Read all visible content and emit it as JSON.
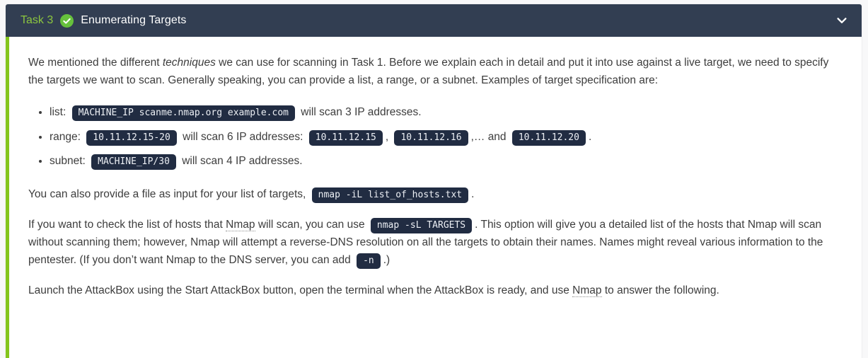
{
  "colors": {
    "header_bg": "#323e52",
    "green": "#8cc63f",
    "check_green": "#66c13c",
    "border_green": "#84c51c",
    "chip_bg": "#212c42",
    "chip_text": "#eceff4",
    "body_text": "#3d3d3d",
    "page_bg": "#f8f8f9"
  },
  "header": {
    "task_label": "Task 3",
    "title": "Enumerating Targets",
    "status_icon": "check-circle-icon",
    "collapse_icon": "chevron-down-icon"
  },
  "content": {
    "blocks": [
      {
        "type": "paragraph",
        "segments": [
          {
            "type": "text",
            "text": "We mentioned the different "
          },
          {
            "type": "italic",
            "text": "techniques"
          },
          {
            "type": "text",
            "text": " we can use for scanning in Task 1. Before we explain each in detail and put it into use against a live target, we need to specify the targets we want to scan. Generally speaking, you can provide a list, a range, or a subnet. Examples of target specification are:"
          }
        ]
      },
      {
        "type": "list",
        "items": [
          [
            {
              "type": "text",
              "text": "list: "
            },
            {
              "type": "code",
              "text": "MACHINE_IP scanme.nmap.org example.com"
            },
            {
              "type": "text",
              "text": " will scan 3 IP addresses."
            }
          ],
          [
            {
              "type": "text",
              "text": "range: "
            },
            {
              "type": "code",
              "text": "10.11.12.15-20"
            },
            {
              "type": "text",
              "text": " will scan 6 IP addresses: "
            },
            {
              "type": "code",
              "text": "10.11.12.15"
            },
            {
              "type": "text",
              "text": ", "
            },
            {
              "type": "code",
              "text": "10.11.12.16"
            },
            {
              "type": "text",
              "text": ",… and "
            },
            {
              "type": "code",
              "text": "10.11.12.20"
            },
            {
              "type": "text",
              "text": "."
            }
          ],
          [
            {
              "type": "text",
              "text": "subnet: "
            },
            {
              "type": "code",
              "text": "MACHINE_IP/30"
            },
            {
              "type": "text",
              "text": " will scan 4 IP addresses."
            }
          ]
        ]
      },
      {
        "type": "paragraph",
        "segments": [
          {
            "type": "text",
            "text": "You can also provide a file as input for your list of targets, "
          },
          {
            "type": "code",
            "text": "nmap -iL list_of_hosts.txt"
          },
          {
            "type": "text",
            "text": "."
          }
        ]
      },
      {
        "type": "paragraph",
        "segments": [
          {
            "type": "text",
            "text": "If you want to check the list of hosts that "
          },
          {
            "type": "dotted",
            "text": "Nmap"
          },
          {
            "type": "text",
            "text": " will scan, you can use "
          },
          {
            "type": "code",
            "text": "nmap -sL TARGETS"
          },
          {
            "type": "text",
            "text": ". This option will give you a detailed list of the hosts that Nmap will scan without scanning them; however, Nmap will attempt a reverse-DNS resolution on all the targets to obtain their names. Names might reveal various information to the pentester. (If you don’t want Nmap to the DNS server, you can add "
          },
          {
            "type": "code",
            "text": "-n"
          },
          {
            "type": "text",
            "text": ".)"
          }
        ]
      },
      {
        "type": "paragraph",
        "segments": [
          {
            "type": "text",
            "text": "Launch the AttackBox using the Start AttackBox button, open the terminal when the AttackBox is ready, and use "
          },
          {
            "type": "dotted",
            "text": "Nmap"
          },
          {
            "type": "text",
            "text": " to answer the following."
          }
        ]
      }
    ]
  }
}
